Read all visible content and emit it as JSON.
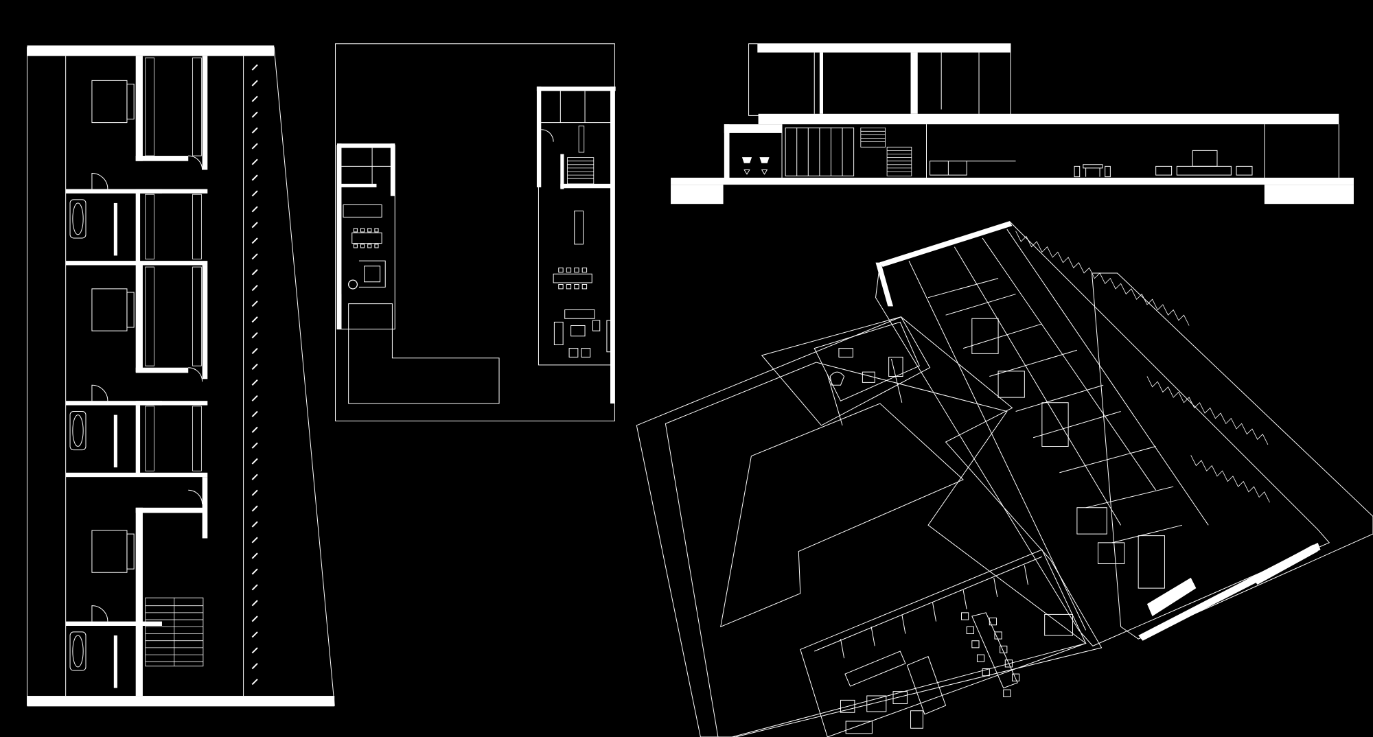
{
  "figure": {
    "background_color": "#000000",
    "line_color": "#ffffff",
    "panels": [
      {
        "id": "upper-floor-plan",
        "kind": "floor plan"
      },
      {
        "id": "ground-floor-plan",
        "kind": "floor plan"
      },
      {
        "id": "building-section",
        "kind": "section"
      },
      {
        "id": "axonometric-view",
        "kind": "axonometric"
      }
    ]
  }
}
